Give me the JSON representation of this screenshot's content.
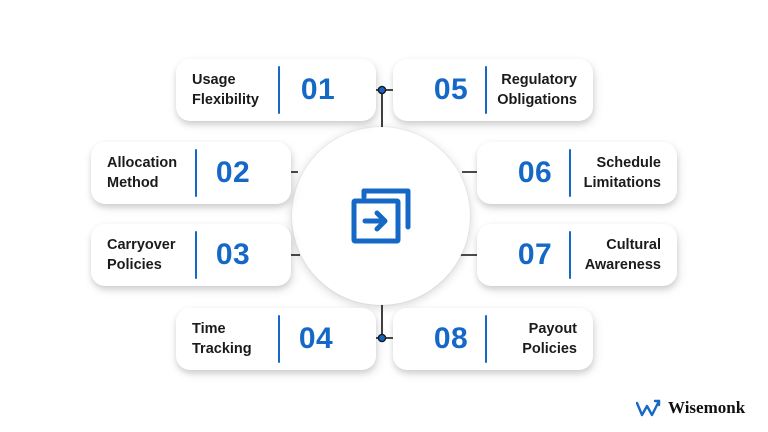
{
  "colors": {
    "accent": "#1668c7",
    "text": "#1b1b1b",
    "connector": "#111111"
  },
  "center": {
    "icon": "exchange-arrow-icon"
  },
  "items": [
    {
      "num": "01",
      "line1": "Usage",
      "line2": "Flexibility"
    },
    {
      "num": "02",
      "line1": "Allocation",
      "line2": "Method"
    },
    {
      "num": "03",
      "line1": "Carryover",
      "line2": "Policies"
    },
    {
      "num": "04",
      "line1": "Time",
      "line2": "Tracking"
    },
    {
      "num": "05",
      "line1": "Regulatory",
      "line2": "Obligations"
    },
    {
      "num": "06",
      "line1": "Schedule",
      "line2": "Limitations"
    },
    {
      "num": "07",
      "line1": "Cultural",
      "line2": "Awareness"
    },
    {
      "num": "08",
      "line1": "Payout",
      "line2": "Policies"
    }
  ],
  "brand": {
    "name": "Wisemonk",
    "icon": "wisemonk-logo-icon"
  }
}
